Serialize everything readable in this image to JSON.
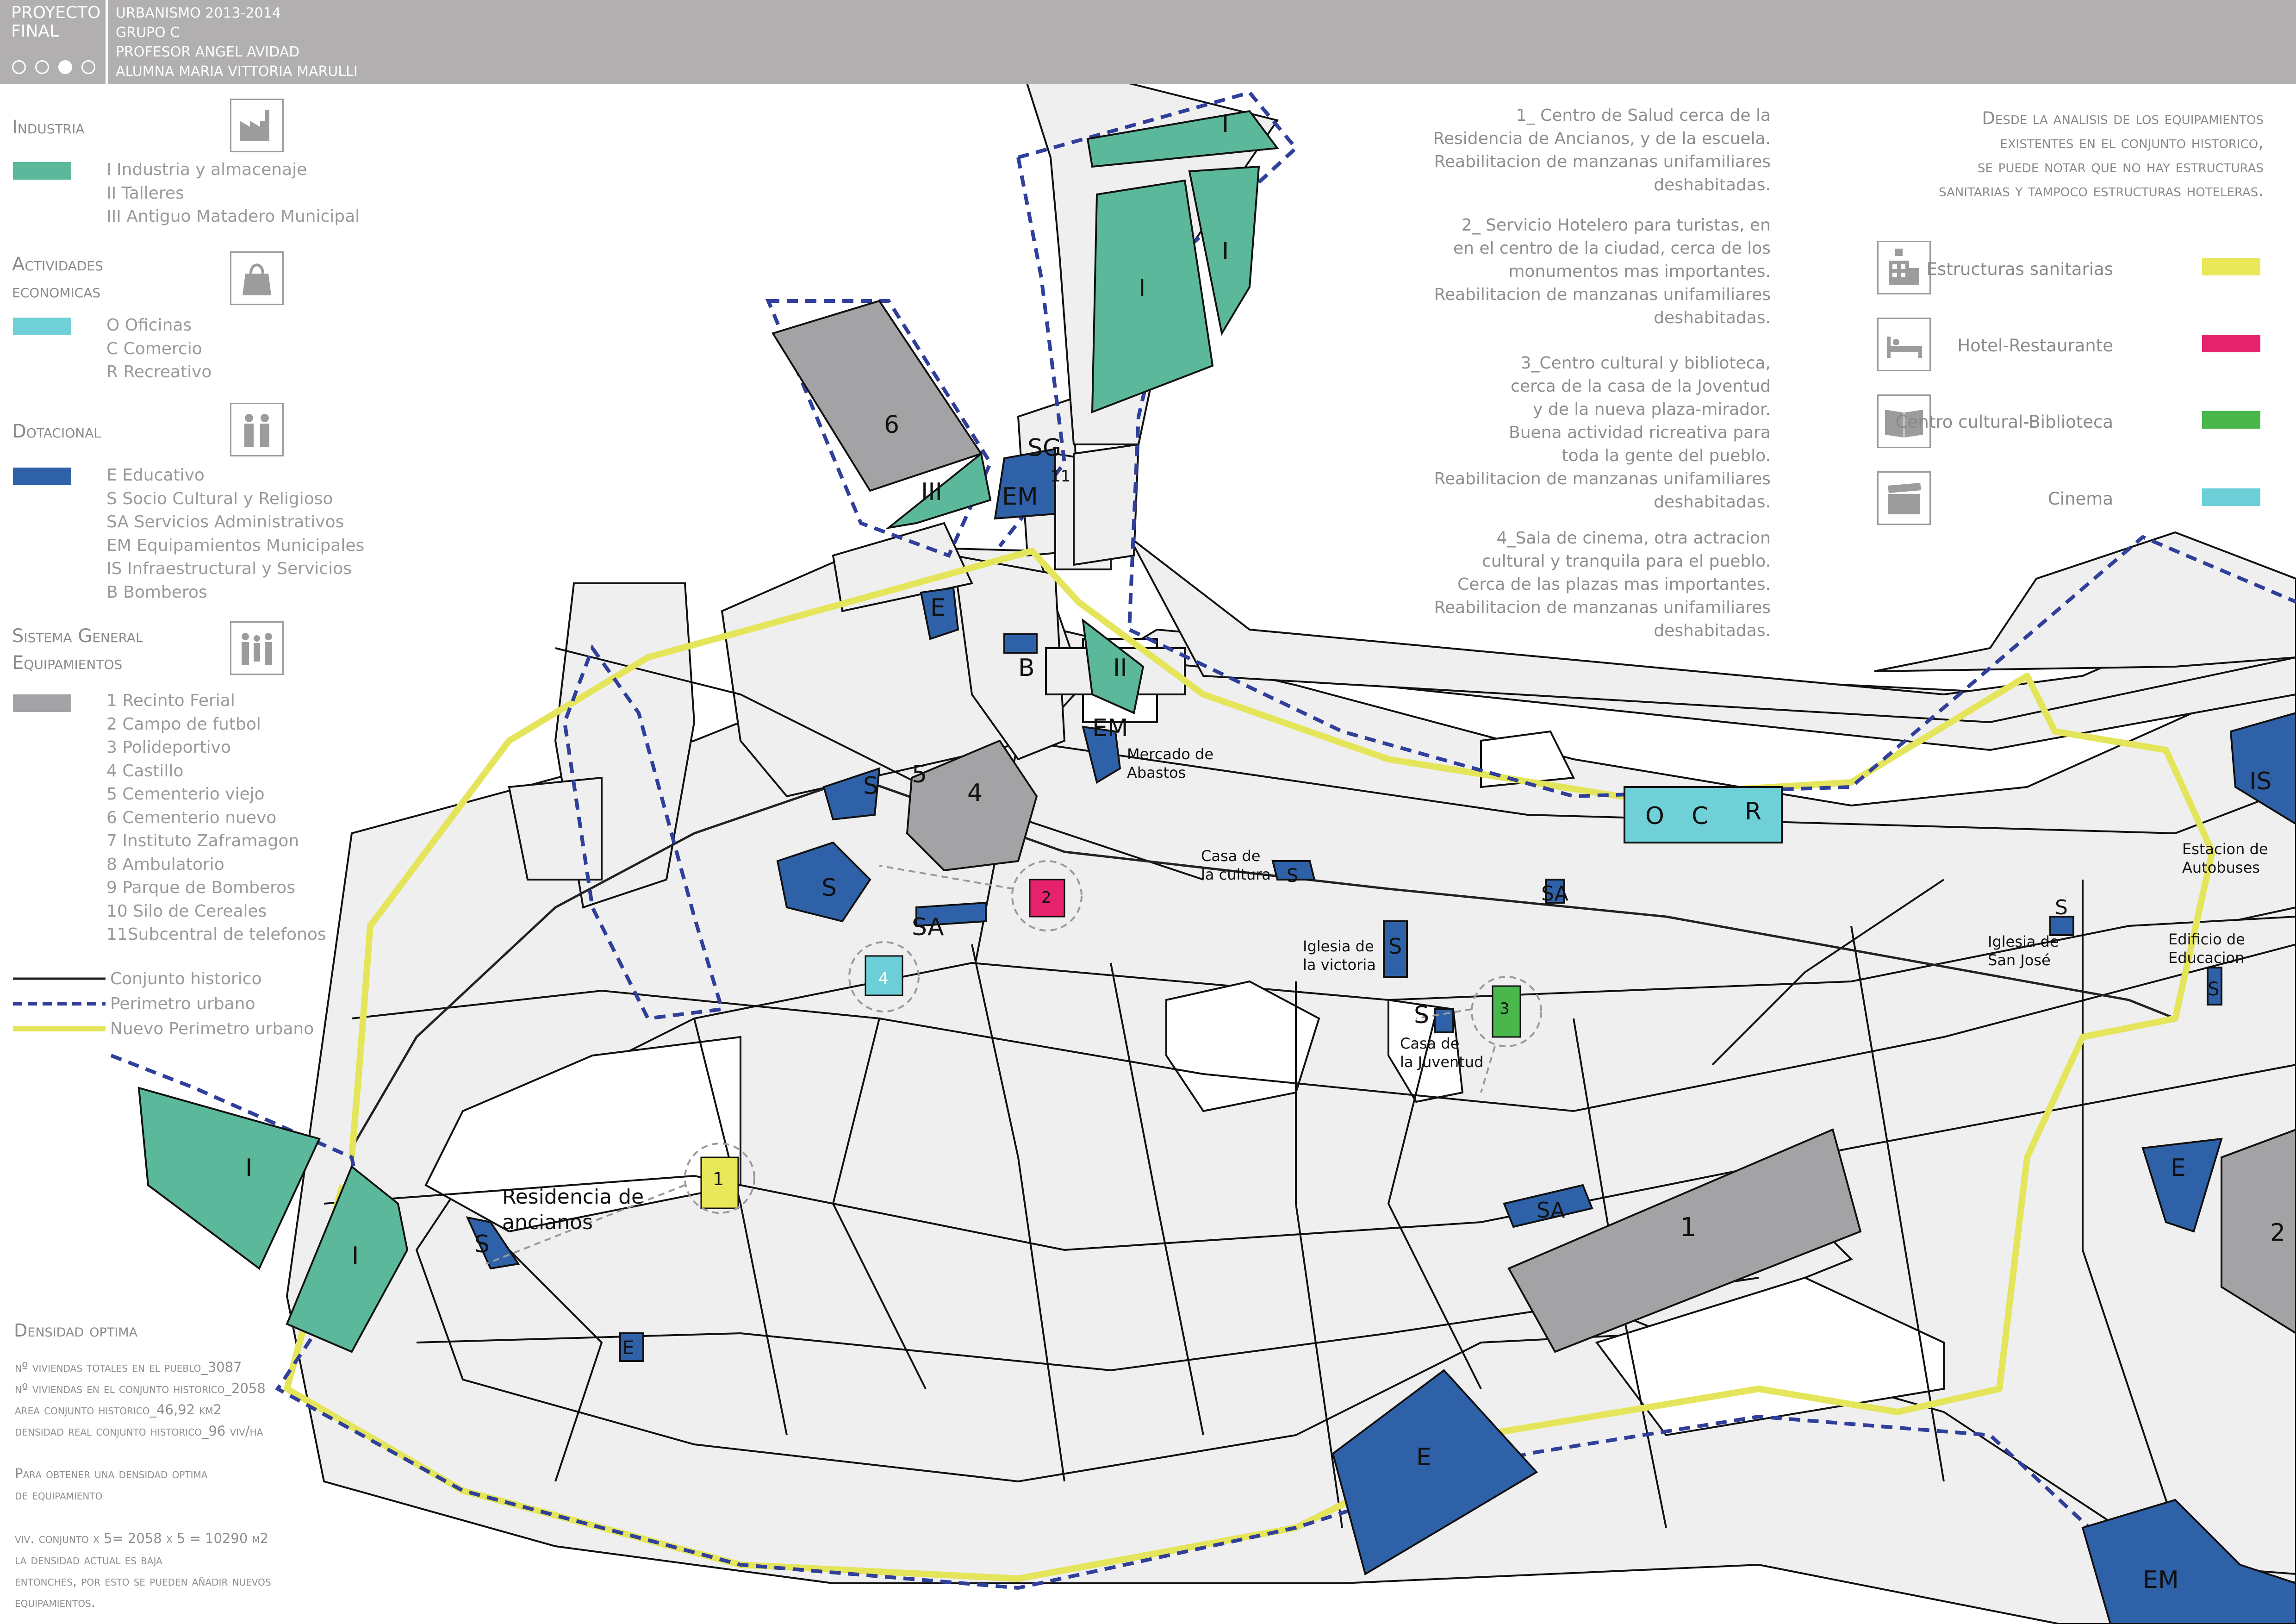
{
  "header": {
    "project": [
      "PROYECTO",
      "FINAL"
    ],
    "lines": [
      "URBANISMO 2013-2014",
      "GRUPO C",
      "PROFESOR ANGEL AVIDAD",
      "ALUMNA MARIA VITTORIA MARULLI"
    ],
    "progress": {
      "filled_step": 3,
      "total_steps": 4
    }
  },
  "legend": {
    "industria": {
      "title": "Industria",
      "color": "#5bb89b",
      "icon": "factory-icon",
      "items": [
        "I Industria y almacenaje",
        "II Talleres",
        "III Antiguo Matadero Municipal"
      ]
    },
    "actividades": {
      "title": [
        "Actividades",
        "economicas"
      ],
      "color": "#6fd0d8",
      "icon": "shopping-bag-icon",
      "items": [
        "O Oficinas",
        "C Comercio",
        "R Recreativo"
      ]
    },
    "dotacional": {
      "title": "Dotacional",
      "color": "#2f61a9",
      "icon": "people-icon",
      "items": [
        "E Educativo",
        "S Socio Cultural y Religioso",
        "SA Servicios Administrativos",
        "EM Equipamientos Municipales",
        "IS Infraestructural y Servicios",
        "B Bomberos"
      ]
    },
    "sistema": {
      "title": [
        "Sistema General",
        "Equipamientos"
      ],
      "color": "#a3a2a4",
      "icon": "family-icon",
      "items": [
        "1 Recinto Ferial",
        "2 Campo de futbol",
        "3 Polideportivo",
        "4 Castillo",
        "5 Cementerio viejo",
        "6 Cementerio nuevo",
        "7 Instituto Zaframagon",
        "8 Ambulatorio",
        "9 Parque de Bomberos",
        "10 Silo de Cereales",
        "11Subcentral de telefonos"
      ]
    },
    "lines": [
      {
        "label": "Conjunto historico",
        "style": "solid",
        "color": "#222222"
      },
      {
        "label": "Perimetro urbano",
        "style": "dashed",
        "color": "#2f3f9a"
      },
      {
        "label": "Nuevo Perimetro urbano",
        "style": "solid",
        "color": "#e4e55a"
      }
    ]
  },
  "densidad": {
    "title": "Densidad optima",
    "lines": [
      "nº viviendas totales en el pueblo_3087",
      "nº viviendas en el conjunto historico_2058",
      "area conjunto historico_46,92 km2",
      "densidad real conjunto historico_96 viv/ha"
    ],
    "para": [
      "Para obtener una densidad optima",
      "de equipamiento"
    ],
    "calc": [
      "viv. conjunto x 5= 2058 x 5 = 10290 m2",
      "la densidad actual es baja",
      "entonches, por esto se pueden añadir nuevos",
      "equipamientos."
    ]
  },
  "notes": [
    [
      "1_ Centro de Salud cerca de la",
      "Residencia de Ancianos, y de la escuela.",
      "Reabilitacion de manzanas unifamiliares",
      "deshabitadas."
    ],
    [
      "2_ Servicio Hotelero para turistas, en",
      "en el centro de la ciudad, cerca de los",
      "monumentos mas importantes.",
      "Reabilitacion de manzanas unifamiliares",
      "deshabitadas."
    ],
    [
      "3_Centro cultural y biblioteca,",
      "cerca de la casa de la Joventud",
      "y de la nueva plaza-mirador.",
      "Buena actividad ricreativa para",
      "toda la gente del pueblo.",
      "Reabilitacion de manzanas unifamiliares",
      "deshabitadas."
    ],
    [
      "4_Sala de cinema, otra actracion",
      "cultural y tranquila para el pueblo.",
      "Cerca de las plazas mas importantes.",
      "Reabilitacion de manzanas unifamiliares",
      "deshabitadas."
    ]
  ],
  "analysis": {
    "intro": [
      "Desde la analisis de los equipamientos",
      "existentes en el conjunto historico,",
      "se puede notar que no hay estructuras",
      "sanitarias y tampoco estructuras hoteleras."
    ],
    "items": [
      {
        "label": "Estructuras sanitarias",
        "color": "#e8e85a",
        "icon": "hospital-icon"
      },
      {
        "label": "Hotel-Restaurante",
        "color": "#e5226b",
        "icon": "bed-icon"
      },
      {
        "label": "Centro cultural-Biblioteca",
        "color": "#49b74c",
        "icon": "book-icon"
      },
      {
        "label": "Cinema",
        "color": "#6ccfd7",
        "icon": "film-clapper-icon"
      }
    ]
  },
  "map": {
    "colors": {
      "block": "#efefef",
      "industria": "#5bb89b",
      "dotacional": "#2f61a9",
      "sistema": "#a3a2a4",
      "actividades": "#6fd0d8",
      "sanitaria": "#e8e85a",
      "hotel": "#e5226b",
      "cultural": "#49b74c",
      "cinema": "#6ccfd7",
      "nuevo_perimetro": "#e4e55a",
      "perimetro": "#2f3f9a"
    },
    "zone_labels": [
      "I",
      "I",
      "I",
      "II",
      "III",
      "6",
      "SG",
      "11",
      "EM",
      "E",
      "B",
      "EM",
      "5",
      "4",
      "S",
      "S",
      "SA",
      "S",
      "S",
      "SA",
      "S",
      "S",
      "SA",
      "E",
      "E",
      "EM",
      "IS",
      "S",
      "S",
      "E",
      "1",
      "2",
      "I",
      "I",
      "O",
      "C",
      "R",
      "1",
      "2",
      "3",
      "4"
    ],
    "place_labels": {
      "mercado": [
        "Mercado de",
        "Abastos"
      ],
      "casa_cultura": [
        "Casa de",
        "la cultura"
      ],
      "iglesia_victoria": [
        "Iglesia de",
        "la victoria"
      ],
      "casa_juventud": [
        "Casa de",
        "la Juventud"
      ],
      "iglesia_jose": [
        "Iglesia de",
        "San José"
      ],
      "estacion": [
        "Estacion de",
        "Autobuses"
      ],
      "edificio": [
        "Edificio de",
        "Educacion"
      ],
      "residencia": [
        "Residencia de",
        "ancianos"
      ]
    }
  }
}
